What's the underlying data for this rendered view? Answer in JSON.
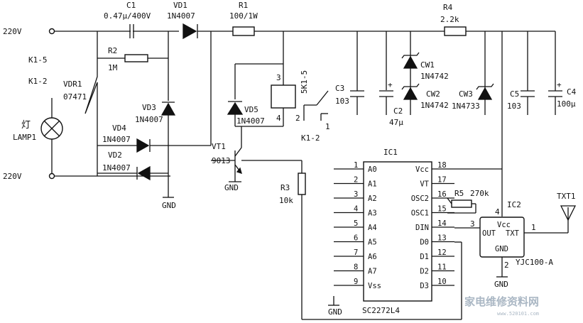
{
  "labels": {
    "in_top": "220V",
    "in_bot": "220V",
    "k15": "K1-5",
    "k12": "K1-2",
    "vdr": "VDR1",
    "vdr_val": "07471",
    "lamp_cn": "灯",
    "lamp": "LAMP1",
    "c1": "C1",
    "c1_val": "0.47μ/400V",
    "vd1": "VD1",
    "vd1_val": "1N4007",
    "r1": "R1",
    "r1_val": "100/1W",
    "r2": "R2",
    "r2_val": "1M",
    "vd3": "VD3",
    "vd3_val": "1N4007",
    "vd4": "VD4",
    "vd4_val": "1N4007",
    "vd2": "VD2",
    "vd2_val": "1N4007",
    "gnd": "GND",
    "vd5": "VD5",
    "vd5_val": "1N4007",
    "relay_p3": "3",
    "relay_p4": "4",
    "relay_p2": "2",
    "relay_p1": "1",
    "relay_name": "5K1-5",
    "relay_k12": "K1-2",
    "vt1": "VT1",
    "vt1_val": "9013",
    "r3": "R3",
    "r3_val": "10k",
    "r4": "R4",
    "r4_val": "2.2k",
    "c3": "C3",
    "c3_val": "103",
    "c2_val": "C2",
    "c2_cap": "47μ",
    "cw1": "CW1",
    "cw1_val": "1N4742",
    "cw2": "CW2",
    "cw2_val": "1N4742",
    "cw3": "CW3",
    "cw3_val": "1N4733",
    "c5": "C5",
    "c5_val": "103",
    "c4": "C4",
    "c4_val": "100μ",
    "plus": "+",
    "ic1": "IC1",
    "ic1_part": "SC2272L4",
    "r5": "R5",
    "r5_val": "270k",
    "ic2": "IC2",
    "ic2_part": "YJC100-A",
    "ic2_vcc": "Vcc",
    "ic2_out": "OUT",
    "ic2_txt": "TXT",
    "ic2_gnd": "GND",
    "ic2_p4": "4",
    "ic2_p3": "3",
    "ic2_p1": "1",
    "ic2_p2": "2",
    "txt1": "TXT1",
    "watermark_cn": "家电维修资料网",
    "watermark_url": "www.520101.com"
  },
  "ic1_pins_left": [
    {
      "num": "1",
      "name": "A0"
    },
    {
      "num": "2",
      "name": "A1"
    },
    {
      "num": "3",
      "name": "A2"
    },
    {
      "num": "4",
      "name": "A3"
    },
    {
      "num": "5",
      "name": "A4"
    },
    {
      "num": "6",
      "name": "A5"
    },
    {
      "num": "7",
      "name": "A6"
    },
    {
      "num": "8",
      "name": "A7"
    },
    {
      "num": "9",
      "name": "Vss"
    }
  ],
  "ic1_pins_right": [
    {
      "num": "18",
      "name": "Vcc"
    },
    {
      "num": "17",
      "name": "VT"
    },
    {
      "num": "16",
      "name": "OSC2"
    },
    {
      "num": "15",
      "name": "OSC1"
    },
    {
      "num": "14",
      "name": "DIN"
    },
    {
      "num": "13",
      "name": "D0"
    },
    {
      "num": "12",
      "name": "D1"
    },
    {
      "num": "11",
      "name": "D2"
    },
    {
      "num": "10",
      "name": "D3"
    }
  ]
}
